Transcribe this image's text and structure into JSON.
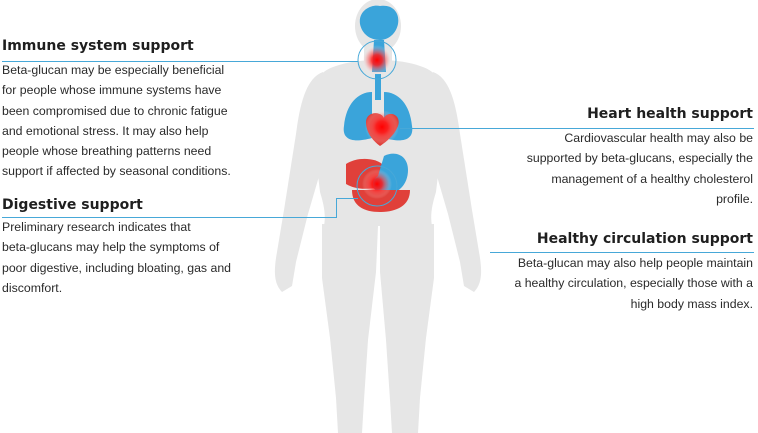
{
  "colors": {
    "body_silhouette": "#e6e6e6",
    "organ_blue": "#3aa4da",
    "organ_red": "#e0403a",
    "glow_red": "#ff0000",
    "callout_line": "#47a8d8"
  },
  "sections": {
    "immune": {
      "title": "Immune system support",
      "lines": [
        "Beta-glucan may be especially beneficial",
        "for people whose immune systems have",
        "been compromised due to chronic fatigue",
        "and emotional stress. It may also help",
        "people whose breathing patterns need",
        "support if affected by seasonal conditions."
      ]
    },
    "digestive": {
      "title": "Digestive support",
      "lines": [
        "Preliminary research indicates that",
        "beta-glucans may help the symptoms of",
        "poor digestive, including bloating, gas and",
        "discomfort."
      ]
    },
    "heart": {
      "title": "Heart health support",
      "lines": [
        "Cardiovascular health may also be",
        "supported by beta-glucans, especially the",
        "management of a healthy cholesterol",
        "profile."
      ]
    },
    "circulation": {
      "title": "Healthy circulation support",
      "lines": [
        "Beta-glucan may also help people maintain",
        "a healthy circulation, especially those with a",
        "high body mass index."
      ]
    }
  }
}
